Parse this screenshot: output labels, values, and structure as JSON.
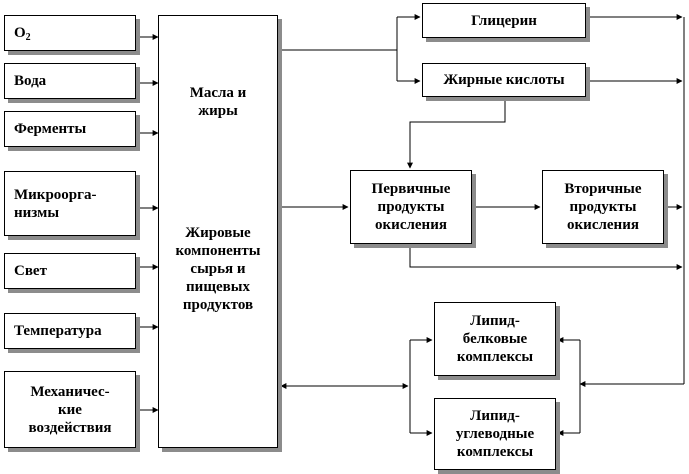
{
  "inputs": {
    "o2": "O",
    "o2_sub": "2",
    "water": "Вода",
    "enzymes": "Ферменты",
    "microorganisms": "Микроорга-\nнизмы",
    "light": "Свет",
    "temperature": "Температура",
    "mechanical": "Механичес-\nкие\nвоздействия"
  },
  "center": {
    "oils": "Масла и\nжиры",
    "components": "Жировые\nкомпоненты\nсырья и\nпищевых\nпродуктов"
  },
  "products": {
    "glycerin": "Глицерин",
    "fatty_acids": "Жирные кислоты",
    "primary": "Первичные\nпродукты\nокисления",
    "secondary": "Вторичные\nпродукты\nокисления",
    "lipid_protein": "Липид-\nбелковые\nкомплексы",
    "lipid_carb": "Липид-\nуглеводные\nкомплексы"
  },
  "colors": {
    "line": "#000000",
    "shadow": "#8c8c8c",
    "background": "#ffffff"
  }
}
